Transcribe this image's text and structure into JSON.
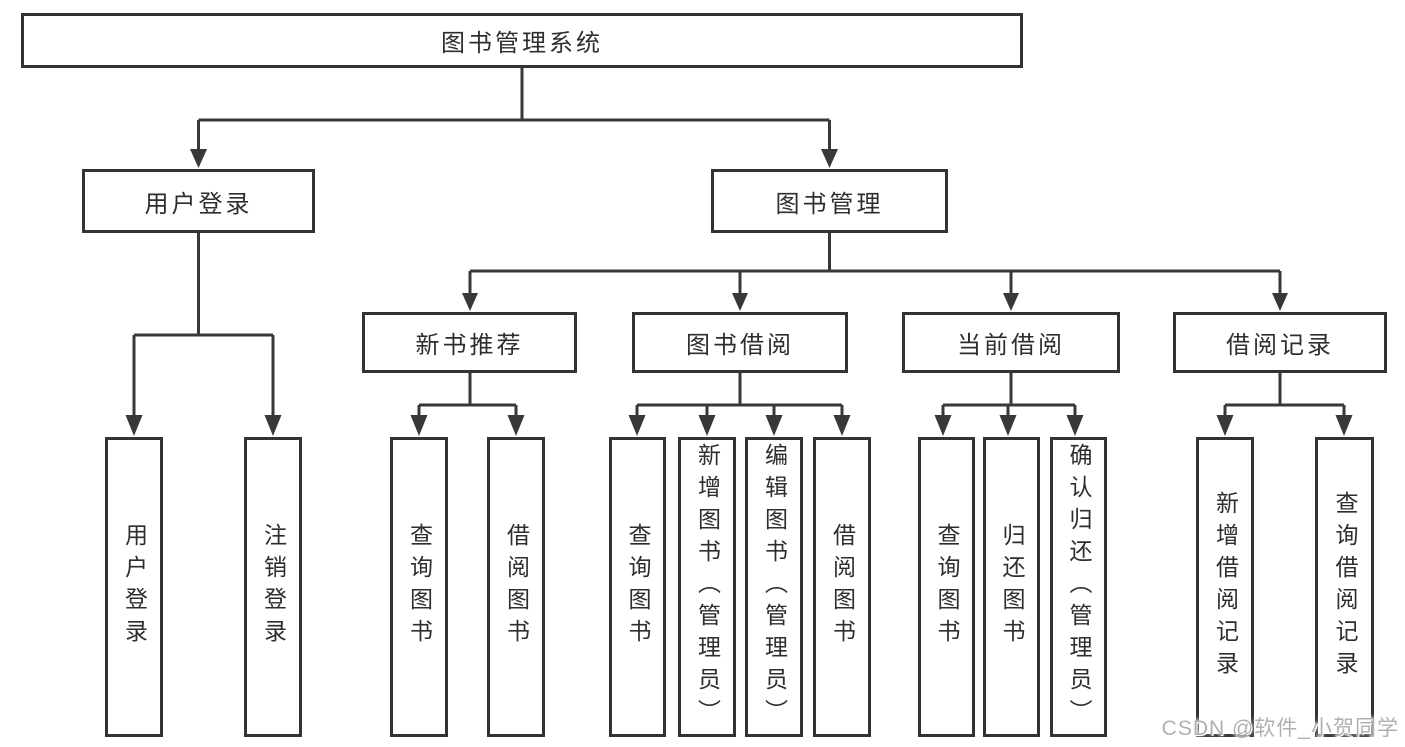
{
  "tree": {
    "root": "图书管理系统",
    "branches": [
      {
        "label": "用户登录",
        "children": [
          "用户登录",
          "注销登录"
        ]
      },
      {
        "label": "图书管理",
        "groups": [
          {
            "label": "新书推荐",
            "children": [
              "查询图书",
              "借阅图书"
            ]
          },
          {
            "label": "图书借阅",
            "children": [
              "查询图书",
              "新增图书（管理员）",
              "编辑图书（管理员）",
              "借阅图书"
            ]
          },
          {
            "label": "当前借阅",
            "children": [
              "查询图书",
              "归还图书",
              "确认归还（管理员）"
            ]
          },
          {
            "label": "借阅记录",
            "children": [
              "新增借阅记录",
              "查询借阅记录"
            ]
          }
        ]
      }
    ]
  },
  "watermark": {
    "text": "CSDN @软件_小贺同学"
  },
  "colors": {
    "background": "#ffffff",
    "box_border": "#333333",
    "connector_line": "#383838",
    "text": "#2e2e2e",
    "watermark": "#b0b0b0"
  }
}
